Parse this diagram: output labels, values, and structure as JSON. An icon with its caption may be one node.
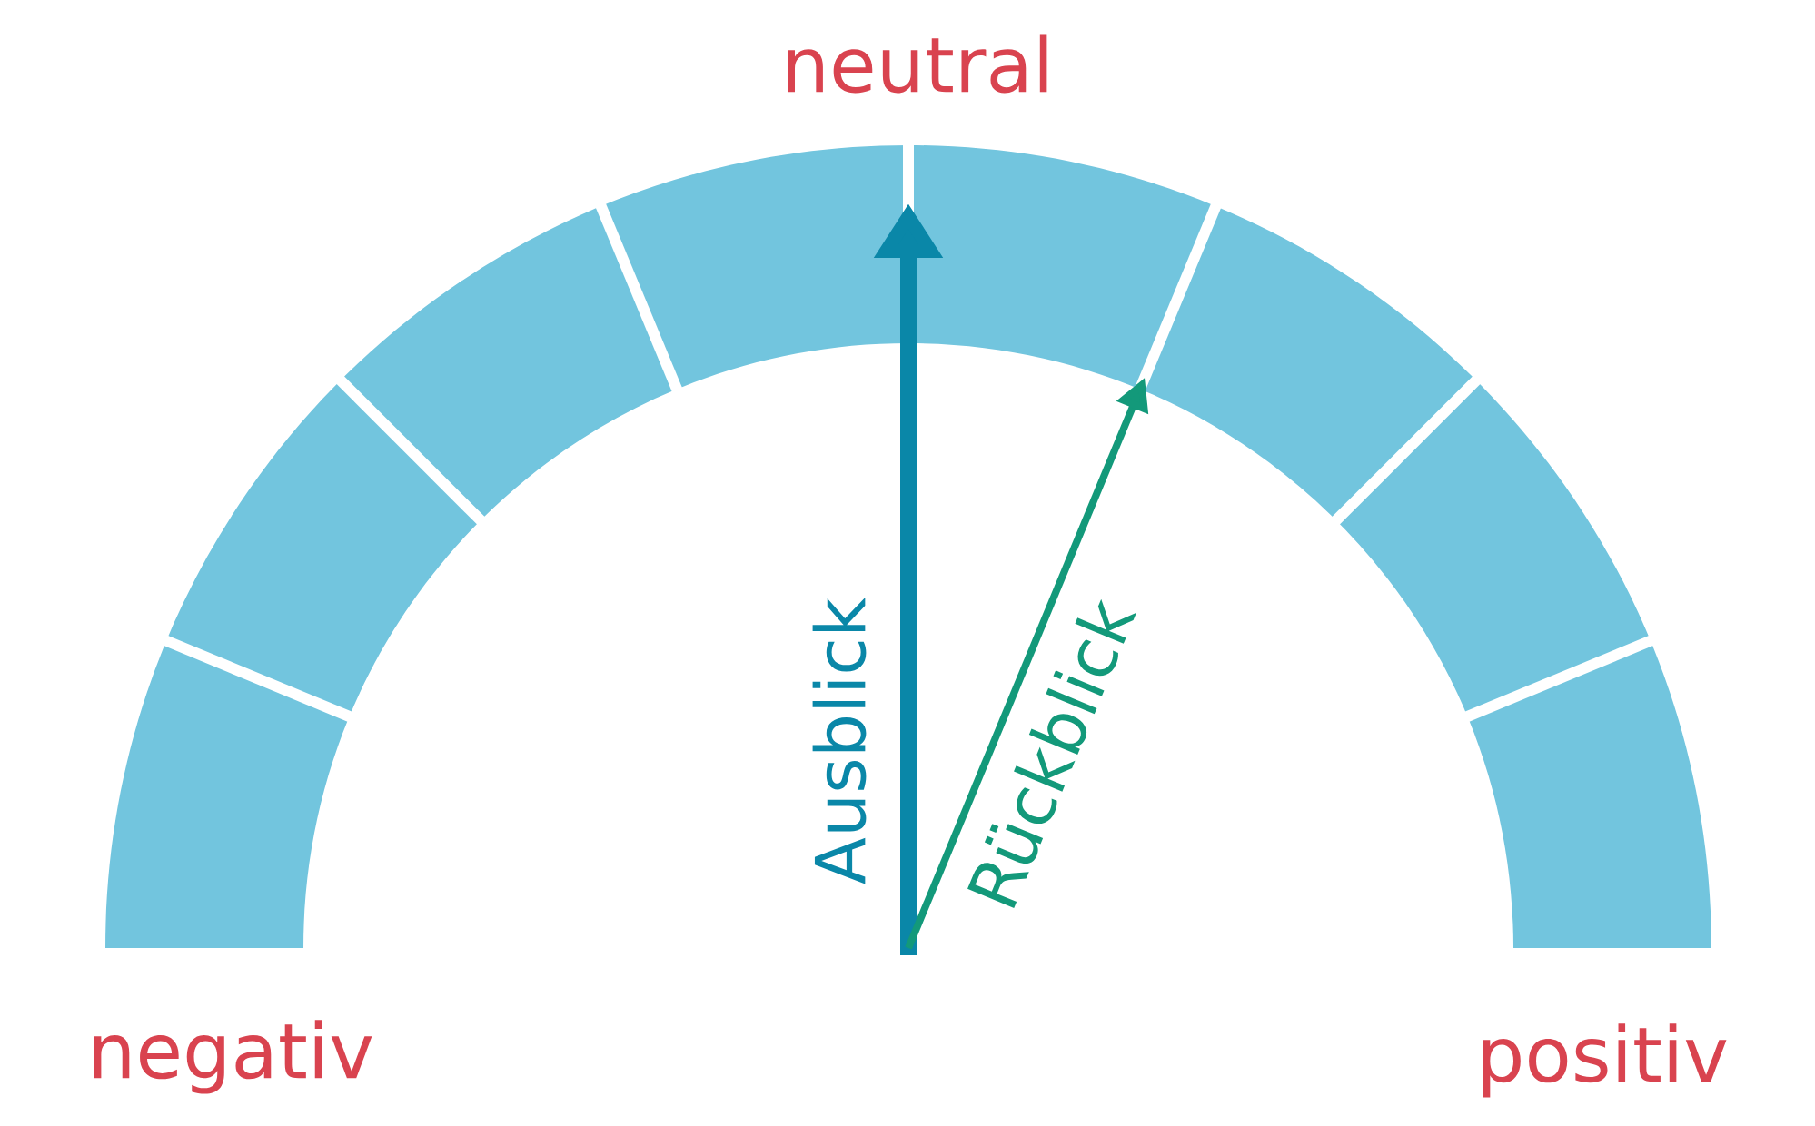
{
  "diagram": {
    "labels": [
      "neutral",
      "negativ",
      "positiv",
      "Ausblick",
      "Rückblick"
    ]
  }
}
